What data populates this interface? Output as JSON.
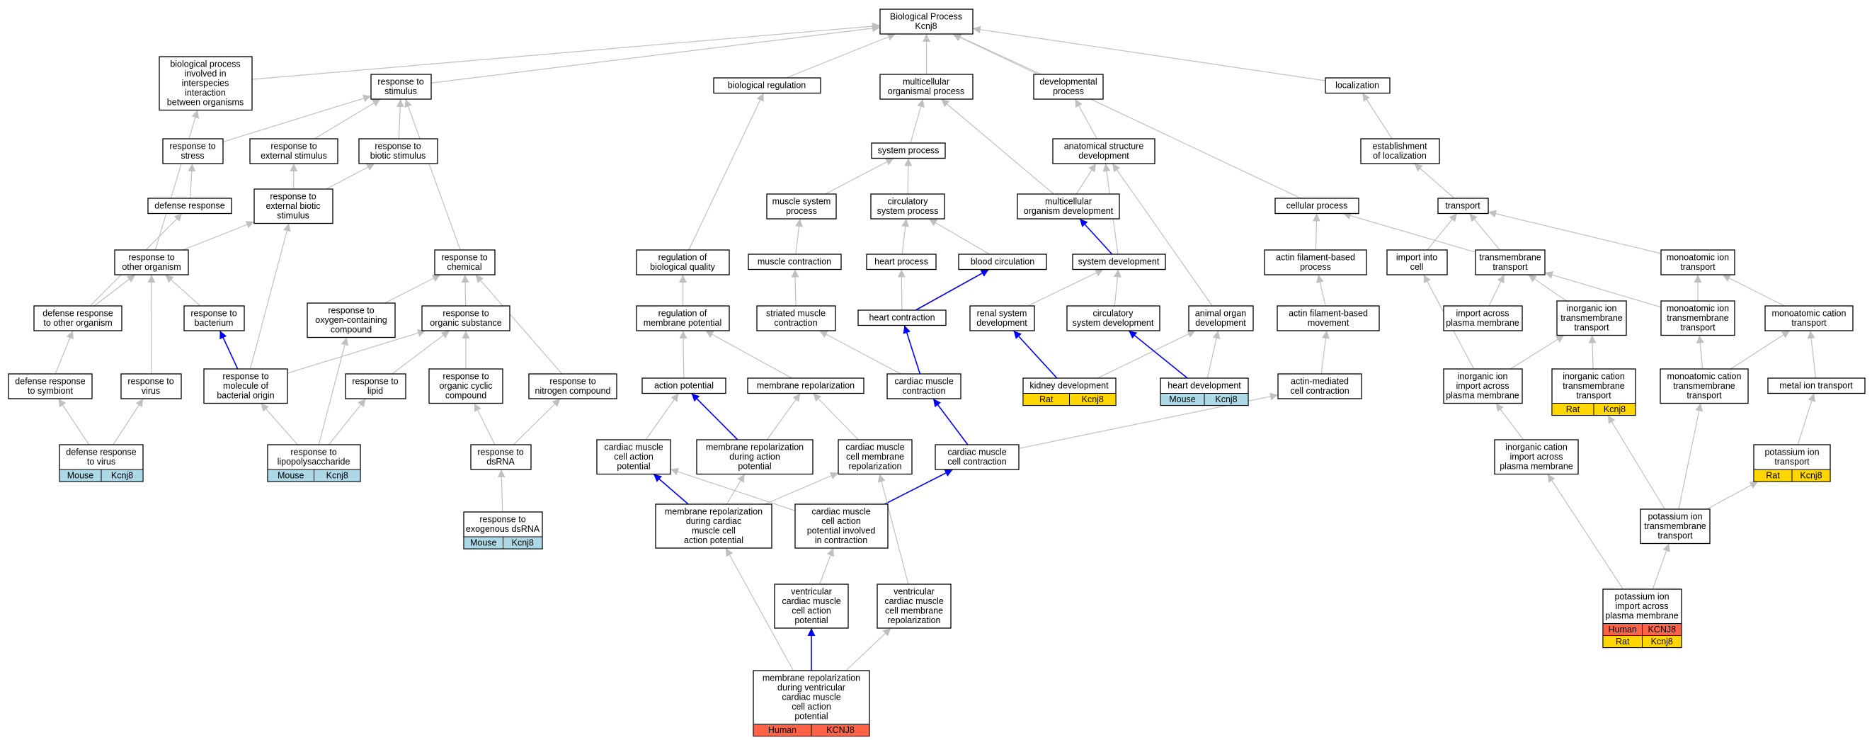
{
  "colors": {
    "edge_gray": "#c0c0c0",
    "edge_blue": "#0000ff",
    "mouse": "#add8e6",
    "rat": "#ffd700",
    "human": "#ff6347",
    "border": "#000000"
  },
  "nodes": [
    {
      "id": "root",
      "lines": [
        "Biological Process",
        "Kcnj8"
      ]
    },
    {
      "id": "bp_interspecies",
      "lines": [
        "biological process",
        "involved in",
        "interspecies",
        "interaction",
        "between organisms"
      ]
    },
    {
      "id": "resp_stimulus",
      "lines": [
        "response to",
        "stimulus"
      ]
    },
    {
      "id": "bio_regulation",
      "lines": [
        "biological regulation"
      ]
    },
    {
      "id": "multicell_proc",
      "lines": [
        "multicellular",
        "organismal process"
      ]
    },
    {
      "id": "dev_proc",
      "lines": [
        "developmental",
        "process"
      ]
    },
    {
      "id": "localization",
      "lines": [
        "localization"
      ]
    },
    {
      "id": "resp_stress",
      "lines": [
        "response to",
        "stress"
      ]
    },
    {
      "id": "resp_ext_stim",
      "lines": [
        "response to",
        "external stimulus"
      ]
    },
    {
      "id": "resp_biotic",
      "lines": [
        "response to",
        "biotic stimulus"
      ]
    },
    {
      "id": "system_proc",
      "lines": [
        "system process"
      ]
    },
    {
      "id": "anat_struct_dev",
      "lines": [
        "anatomical structure",
        "development"
      ]
    },
    {
      "id": "estab_local",
      "lines": [
        "establishment",
        "of localization"
      ]
    },
    {
      "id": "defense_resp",
      "lines": [
        "defense response"
      ]
    },
    {
      "id": "resp_ext_biotic",
      "lines": [
        "response to",
        "external biotic",
        "stimulus"
      ]
    },
    {
      "id": "muscle_sys_proc",
      "lines": [
        "muscle system",
        "process"
      ]
    },
    {
      "id": "circ_sys_proc",
      "lines": [
        "circulatory",
        "system process"
      ]
    },
    {
      "id": "multicell_org_dev",
      "lines": [
        "multicellular",
        "organism development"
      ]
    },
    {
      "id": "cellular_proc",
      "lines": [
        "cellular process"
      ]
    },
    {
      "id": "transport",
      "lines": [
        "transport"
      ]
    },
    {
      "id": "resp_other_org",
      "lines": [
        "response to",
        "other organism"
      ]
    },
    {
      "id": "resp_chemical",
      "lines": [
        "response to",
        "chemical"
      ]
    },
    {
      "id": "reg_bio_quality",
      "lines": [
        "regulation of",
        "biological quality"
      ]
    },
    {
      "id": "muscle_contraction",
      "lines": [
        "muscle contraction"
      ]
    },
    {
      "id": "heart_proc",
      "lines": [
        "heart process"
      ]
    },
    {
      "id": "blood_circ",
      "lines": [
        "blood circulation"
      ]
    },
    {
      "id": "system_dev",
      "lines": [
        "system development"
      ]
    },
    {
      "id": "actin_fil_proc",
      "lines": [
        "actin filament-based",
        "process"
      ]
    },
    {
      "id": "import_cell",
      "lines": [
        "import into",
        "cell"
      ]
    },
    {
      "id": "transmembrane_transport",
      "lines": [
        "transmembrane",
        "transport"
      ]
    },
    {
      "id": "mono_ion_transport",
      "lines": [
        "monoatomic ion",
        "transport"
      ]
    },
    {
      "id": "def_resp_other_org",
      "lines": [
        "defense response",
        "to other organism"
      ]
    },
    {
      "id": "resp_bacterium",
      "lines": [
        "response to",
        "bacterium"
      ]
    },
    {
      "id": "resp_oxygen",
      "lines": [
        "response to",
        "oxygen-containing",
        "compound"
      ]
    },
    {
      "id": "resp_organic_subst",
      "lines": [
        "response to",
        "organic substance"
      ]
    },
    {
      "id": "reg_membrane_pot",
      "lines": [
        "regulation of",
        "membrane potential"
      ]
    },
    {
      "id": "striated_muscle",
      "lines": [
        "striated muscle",
        "contraction"
      ]
    },
    {
      "id": "heart_contraction",
      "lines": [
        "heart contraction"
      ]
    },
    {
      "id": "renal_sys_dev",
      "lines": [
        "renal system",
        "development"
      ]
    },
    {
      "id": "circ_sys_dev",
      "lines": [
        "circulatory",
        "system development"
      ]
    },
    {
      "id": "animal_organ_dev",
      "lines": [
        "animal organ",
        "development"
      ]
    },
    {
      "id": "actin_fil_movement",
      "lines": [
        "actin filament-based",
        "movement"
      ]
    },
    {
      "id": "import_across_pm",
      "lines": [
        "import across",
        "plasma membrane"
      ]
    },
    {
      "id": "inorg_ion_tm",
      "lines": [
        "inorganic ion",
        "transmembrane",
        "transport"
      ]
    },
    {
      "id": "mono_ion_tm",
      "lines": [
        "monoatomic ion",
        "transmembrane",
        "transport"
      ]
    },
    {
      "id": "mono_cation_transport",
      "lines": [
        "monoatomic cation",
        "transport"
      ]
    },
    {
      "id": "def_resp_symbiont",
      "lines": [
        "defense response",
        "to symbiont"
      ]
    },
    {
      "id": "resp_virus",
      "lines": [
        "response to",
        "virus"
      ]
    },
    {
      "id": "resp_mol_bact",
      "lines": [
        "response to",
        "molecule of",
        "bacterial origin"
      ]
    },
    {
      "id": "resp_lipid",
      "lines": [
        "response to",
        "lipid"
      ]
    },
    {
      "id": "resp_org_cyclic",
      "lines": [
        "response to",
        "organic cyclic",
        "compound"
      ]
    },
    {
      "id": "resp_nitrogen",
      "lines": [
        "response to",
        "nitrogen compound"
      ]
    },
    {
      "id": "action_potential",
      "lines": [
        "action potential"
      ]
    },
    {
      "id": "membrane_repol",
      "lines": [
        "membrane repolarization"
      ]
    },
    {
      "id": "cardiac_muscle_contr",
      "lines": [
        "cardiac muscle",
        "contraction"
      ]
    },
    {
      "id": "kidney_dev",
      "lines": [
        "kidney development"
      ],
      "badges": [
        {
          "species": "Rat",
          "gene": "Kcnj8",
          "color": "rat"
        }
      ]
    },
    {
      "id": "heart_dev",
      "lines": [
        "heart development"
      ],
      "badges": [
        {
          "species": "Mouse",
          "gene": "Kcnj8",
          "color": "mouse"
        }
      ]
    },
    {
      "id": "actin_med_contr",
      "lines": [
        "actin-mediated",
        "cell contraction"
      ]
    },
    {
      "id": "inorg_ion_import",
      "lines": [
        "inorganic ion",
        "import across",
        "plasma membrane"
      ]
    },
    {
      "id": "inorg_cation_tm",
      "lines": [
        "inorganic cation",
        "transmembrane",
        "transport"
      ],
      "badges": [
        {
          "species": "Rat",
          "gene": "Kcnj8",
          "color": "rat"
        }
      ]
    },
    {
      "id": "mono_cation_tm",
      "lines": [
        "monoatomic cation",
        "transmembrane",
        "transport"
      ]
    },
    {
      "id": "metal_ion_transport",
      "lines": [
        "metal ion transport"
      ]
    },
    {
      "id": "def_resp_virus",
      "lines": [
        "defense response",
        "to virus"
      ],
      "badges": [
        {
          "species": "Mouse",
          "gene": "Kcnj8",
          "color": "mouse"
        }
      ]
    },
    {
      "id": "resp_lps",
      "lines": [
        "response to",
        "lipopolysaccharide"
      ],
      "badges": [
        {
          "species": "Mouse",
          "gene": "Kcnj8",
          "color": "mouse"
        }
      ]
    },
    {
      "id": "resp_dsrna",
      "lines": [
        "response to",
        "dsRNA"
      ]
    },
    {
      "id": "cm_cell_ap",
      "lines": [
        "cardiac muscle",
        "cell action",
        "potential"
      ]
    },
    {
      "id": "mr_during_ap",
      "lines": [
        "membrane repolarization",
        "during action",
        "potential"
      ]
    },
    {
      "id": "cm_cell_mr",
      "lines": [
        "cardiac muscle",
        "cell membrane",
        "repolarization"
      ]
    },
    {
      "id": "cm_cell_contr",
      "lines": [
        "cardiac muscle",
        "cell contraction"
      ]
    },
    {
      "id": "inorg_cation_import",
      "lines": [
        "inorganic cation",
        "import across",
        "plasma membrane"
      ]
    },
    {
      "id": "potassium_ion_transport",
      "lines": [
        "potassium ion",
        "transport"
      ],
      "badges": [
        {
          "species": "Rat",
          "gene": "Kcnj8",
          "color": "rat"
        }
      ]
    },
    {
      "id": "resp_exo_dsrna",
      "lines": [
        "response to",
        "exogenous dsRNA"
      ],
      "badges": [
        {
          "species": "Mouse",
          "gene": "Kcnj8",
          "color": "mouse"
        }
      ]
    },
    {
      "id": "mr_cardiac_cell_ap",
      "lines": [
        "membrane repolarization",
        "during cardiac",
        "muscle cell",
        "action potential"
      ]
    },
    {
      "id": "cm_ap_contraction",
      "lines": [
        "cardiac muscle",
        "cell action",
        "potential involved",
        "in contraction"
      ]
    },
    {
      "id": "potassium_tm",
      "lines": [
        "potassium ion",
        "transmembrane",
        "transport"
      ]
    },
    {
      "id": "vent_cm_ap",
      "lines": [
        "ventricular",
        "cardiac muscle",
        "cell action",
        "potential"
      ]
    },
    {
      "id": "vent_cm_mr",
      "lines": [
        "ventricular",
        "cardiac muscle",
        "cell membrane",
        "repolarization"
      ]
    },
    {
      "id": "potassium_import",
      "lines": [
        "potassium ion",
        "import across",
        "plasma membrane"
      ],
      "badges": [
        {
          "species": "Human",
          "gene": "KCNJ8",
          "color": "human"
        },
        {
          "species": "Rat",
          "gene": "Kcnj8",
          "color": "rat"
        }
      ]
    },
    {
      "id": "mr_vent_cm_ap",
      "lines": [
        "membrane repolarization",
        "during ventricular",
        "cardiac muscle",
        "cell action",
        "potential"
      ],
      "badges": [
        {
          "species": "Human",
          "gene": "KCNJ8",
          "color": "human"
        }
      ]
    }
  ],
  "edges": [
    {
      "from": "bp_interspecies",
      "to": "root"
    },
    {
      "from": "resp_stimulus",
      "to": "root"
    },
    {
      "from": "bio_regulation",
      "to": "root"
    },
    {
      "from": "multicell_proc",
      "to": "root"
    },
    {
      "from": "dev_proc",
      "to": "root"
    },
    {
      "from": "localization",
      "to": "root"
    },
    {
      "from": "cellular_proc",
      "to": "root"
    },
    {
      "from": "resp_stress",
      "to": "resp_stimulus"
    },
    {
      "from": "resp_ext_stim",
      "to": "resp_stimulus"
    },
    {
      "from": "resp_biotic",
      "to": "resp_stimulus"
    },
    {
      "from": "resp_chemical",
      "to": "resp_stimulus"
    },
    {
      "from": "system_proc",
      "to": "multicell_proc"
    },
    {
      "from": "multicell_org_dev",
      "to": "multicell_proc"
    },
    {
      "from": "anat_struct_dev",
      "to": "dev_proc"
    },
    {
      "from": "estab_local",
      "to": "localization"
    },
    {
      "from": "defense_resp",
      "to": "resp_stress"
    },
    {
      "from": "resp_ext_biotic",
      "to": "resp_ext_stim"
    },
    {
      "from": "resp_ext_biotic",
      "to": "resp_biotic"
    },
    {
      "from": "muscle_sys_proc",
      "to": "system_proc"
    },
    {
      "from": "circ_sys_proc",
      "to": "system_proc"
    },
    {
      "from": "multicell_org_dev",
      "to": "anat_struct_dev"
    },
    {
      "from": "transport",
      "to": "estab_local"
    },
    {
      "from": "resp_other_org",
      "to": "resp_ext_biotic"
    },
    {
      "from": "resp_other_org",
      "to": "bp_interspecies"
    },
    {
      "from": "reg_bio_quality",
      "to": "bio_regulation"
    },
    {
      "from": "muscle_contraction",
      "to": "muscle_sys_proc"
    },
    {
      "from": "heart_proc",
      "to": "circ_sys_proc"
    },
    {
      "from": "blood_circ",
      "to": "circ_sys_proc"
    },
    {
      "from": "system_dev",
      "to": "multicell_org_dev",
      "blue": true
    },
    {
      "from": "system_dev",
      "to": "anat_struct_dev"
    },
    {
      "from": "animal_organ_dev",
      "to": "anat_struct_dev"
    },
    {
      "from": "actin_fil_proc",
      "to": "cellular_proc"
    },
    {
      "from": "transmembrane_transport",
      "to": "cellular_proc"
    },
    {
      "from": "import_cell",
      "to": "transport"
    },
    {
      "from": "transmembrane_transport",
      "to": "transport"
    },
    {
      "from": "mono_ion_transport",
      "to": "transport"
    },
    {
      "from": "def_resp_other_org",
      "to": "defense_resp"
    },
    {
      "from": "def_resp_other_org",
      "to": "resp_other_org"
    },
    {
      "from": "resp_bacterium",
      "to": "resp_other_org"
    },
    {
      "from": "resp_oxygen",
      "to": "resp_chemical"
    },
    {
      "from": "resp_organic_subst",
      "to": "resp_chemical"
    },
    {
      "from": "reg_membrane_pot",
      "to": "reg_bio_quality"
    },
    {
      "from": "striated_muscle",
      "to": "muscle_contraction"
    },
    {
      "from": "heart_contraction",
      "to": "heart_proc"
    },
    {
      "from": "heart_contraction",
      "to": "blood_circ",
      "blue": true
    },
    {
      "from": "renal_sys_dev",
      "to": "system_dev"
    },
    {
      "from": "circ_sys_dev",
      "to": "system_dev"
    },
    {
      "from": "actin_fil_movement",
      "to": "actin_fil_proc"
    },
    {
      "from": "import_across_pm",
      "to": "transmembrane_transport"
    },
    {
      "from": "inorg_ion_tm",
      "to": "transmembrane_transport"
    },
    {
      "from": "mono_ion_tm",
      "to": "transmembrane_transport"
    },
    {
      "from": "mono_ion_tm",
      "to": "mono_ion_transport"
    },
    {
      "from": "mono_cation_transport",
      "to": "mono_ion_transport"
    },
    {
      "from": "def_resp_symbiont",
      "to": "def_resp_other_org"
    },
    {
      "from": "resp_virus",
      "to": "resp_other_org"
    },
    {
      "from": "resp_mol_bact",
      "to": "resp_bacterium",
      "blue": true
    },
    {
      "from": "resp_mol_bact",
      "to": "resp_ext_biotic"
    },
    {
      "from": "resp_mol_bact",
      "to": "resp_organic_subst"
    },
    {
      "from": "resp_lipid",
      "to": "resp_organic_subst"
    },
    {
      "from": "resp_org_cyclic",
      "to": "resp_organic_subst"
    },
    {
      "from": "resp_nitrogen",
      "to": "resp_chemical"
    },
    {
      "from": "action_potential",
      "to": "reg_membrane_pot"
    },
    {
      "from": "membrane_repol",
      "to": "reg_membrane_pot"
    },
    {
      "from": "cardiac_muscle_contr",
      "to": "striated_muscle"
    },
    {
      "from": "cardiac_muscle_contr",
      "to": "heart_contraction",
      "blue": true
    },
    {
      "from": "kidney_dev",
      "to": "renal_sys_dev",
      "blue": true
    },
    {
      "from": "kidney_dev",
      "to": "animal_organ_dev"
    },
    {
      "from": "heart_dev",
      "to": "circ_sys_dev",
      "blue": true
    },
    {
      "from": "heart_dev",
      "to": "animal_organ_dev"
    },
    {
      "from": "actin_med_contr",
      "to": "actin_fil_movement"
    },
    {
      "from": "inorg_ion_import",
      "to": "import_cell"
    },
    {
      "from": "inorg_ion_import",
      "to": "inorg_ion_tm"
    },
    {
      "from": "inorg_cation_tm",
      "to": "inorg_ion_tm"
    },
    {
      "from": "mono_cation_tm",
      "to": "mono_ion_tm"
    },
    {
      "from": "mono_cation_tm",
      "to": "mono_cation_transport"
    },
    {
      "from": "metal_ion_transport",
      "to": "mono_cation_transport"
    },
    {
      "from": "def_resp_virus",
      "to": "def_resp_symbiont"
    },
    {
      "from": "def_resp_virus",
      "to": "resp_virus"
    },
    {
      "from": "resp_lps",
      "to": "resp_mol_bact"
    },
    {
      "from": "resp_lps",
      "to": "resp_lipid"
    },
    {
      "from": "resp_lps",
      "to": "resp_oxygen"
    },
    {
      "from": "resp_dsrna",
      "to": "resp_org_cyclic"
    },
    {
      "from": "resp_dsrna",
      "to": "resp_nitrogen"
    },
    {
      "from": "cm_cell_ap",
      "to": "action_potential"
    },
    {
      "from": "mr_during_ap",
      "to": "action_potential",
      "blue": true
    },
    {
      "from": "mr_during_ap",
      "to": "membrane_repol"
    },
    {
      "from": "cm_cell_mr",
      "to": "membrane_repol"
    },
    {
      "from": "cm_cell_contr",
      "to": "cardiac_muscle_contr",
      "blue": true
    },
    {
      "from": "cm_cell_contr",
      "to": "actin_med_contr"
    },
    {
      "from": "inorg_cation_import",
      "to": "inorg_ion_import"
    },
    {
      "from": "potassium_ion_transport",
      "to": "metal_ion_transport"
    },
    {
      "from": "resp_exo_dsrna",
      "to": "resp_dsrna"
    },
    {
      "from": "mr_cardiac_cell_ap",
      "to": "cm_cell_ap",
      "blue": true
    },
    {
      "from": "mr_cardiac_cell_ap",
      "to": "mr_during_ap"
    },
    {
      "from": "mr_cardiac_cell_ap",
      "to": "cm_cell_mr"
    },
    {
      "from": "cm_ap_contraction",
      "to": "cm_cell_ap"
    },
    {
      "from": "cm_ap_contraction",
      "to": "cm_cell_contr",
      "blue": true
    },
    {
      "from": "potassium_tm",
      "to": "inorg_cation_tm"
    },
    {
      "from": "potassium_tm",
      "to": "mono_cation_tm"
    },
    {
      "from": "potassium_tm",
      "to": "potassium_ion_transport"
    },
    {
      "from": "vent_cm_ap",
      "to": "cm_ap_contraction"
    },
    {
      "from": "vent_cm_mr",
      "to": "cm_cell_mr"
    },
    {
      "from": "potassium_import",
      "to": "inorg_cation_import"
    },
    {
      "from": "potassium_import",
      "to": "potassium_tm"
    },
    {
      "from": "mr_vent_cm_ap",
      "to": "vent_cm_ap",
      "blue": true
    },
    {
      "from": "mr_vent_cm_ap",
      "to": "mr_cardiac_cell_ap"
    },
    {
      "from": "mr_vent_cm_ap",
      "to": "vent_cm_mr"
    }
  ]
}
